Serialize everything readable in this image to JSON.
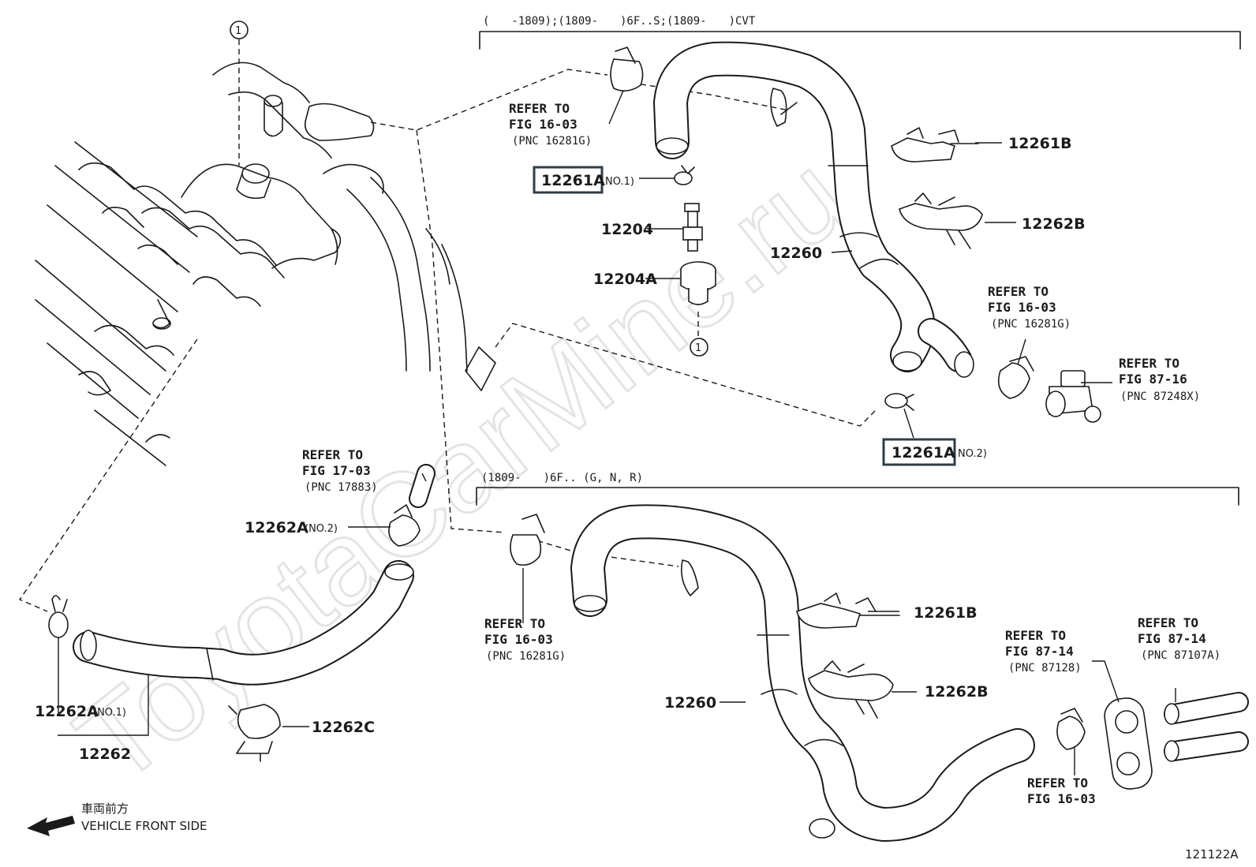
{
  "header_top": "(　　-1809);(1809-　　)6F..S;(1809-　　)CVT",
  "header_bottom": "(1809-　　)6F.. (G, N, R)",
  "figure_id": "121122A",
  "watermark": "ToyotaCarMine.ru",
  "direction": {
    "jp": "車両前方",
    "en": "VEHICLE FRONT SIDE"
  },
  "callout_marker": "1",
  "parts": {
    "p12261A": "12261A",
    "p12261B": "12261B",
    "p12262B": "12262B",
    "p12204": "12204",
    "p12204A": "12204A",
    "p12260": "12260",
    "p12262A": "12262A",
    "p12262C": "12262C",
    "p12262": "12262"
  },
  "qualifiers": {
    "no1": "NO.1)",
    "no2": "NO.2)",
    "no2_paren": "(NO.2)",
    "no1_paren": "(NO.1)"
  },
  "refs": {
    "refer_to": "REFER TO",
    "fig_16_03": "FIG 16-03",
    "fig_17_03": "FIG 17-03",
    "fig_87_16": "FIG 87-16",
    "fig_87_14": "FIG 87-14",
    "pnc_16281G": "(PNC 16281G)",
    "pnc_17883": "(PNC 17883)",
    "pnc_87248X": "(PNC 87248X)",
    "pnc_87128": "(PNC 87128)",
    "pnc_87107A": "(PNC 87107A)"
  }
}
